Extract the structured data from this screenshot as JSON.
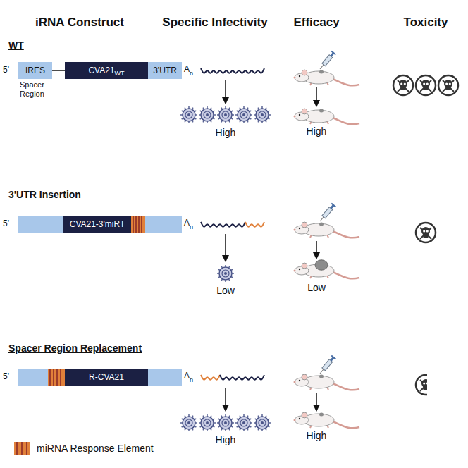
{
  "diagram": {
    "nodes": [
      {
        "text": [
          "IRES"
        ]
      },
      {
        "text": [
          "CVA21",
          "WT"
        ]
      },
      {
        "text": [
          "3'UTR"
        ]
      },
      {
        "text": [
          "CVA21-3'miRT"
        ]
      },
      {
        "text": [
          "R-CVA21"
        ]
      }
    ],
    "labels": [
      "iRNA Construct",
      "Specific Infectivity",
      "Efficacy",
      "Toxicity",
      "WT",
      "5'",
      "A",
      "n",
      "Spacer Region",
      "High",
      "High",
      "3'UTR Insertion",
      "5'",
      "A",
      "n",
      "Low",
      "Low",
      "Spacer Region Replacement",
      "5'",
      "A",
      "n",
      "High",
      "High"
    ],
    "legend": [
      {
        "text": "miRNA Response Element"
      }
    ]
  }
}
